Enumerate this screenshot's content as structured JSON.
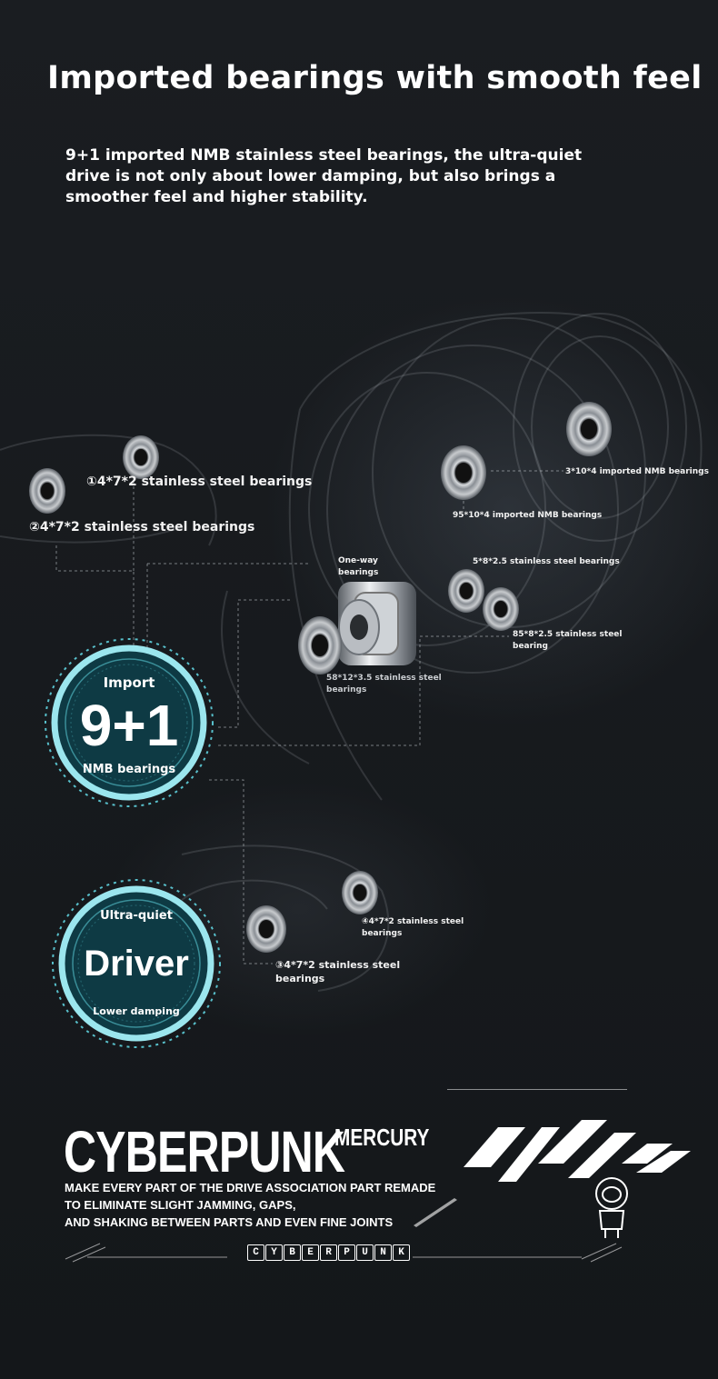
{
  "header": {
    "title": "Imported bearings with smooth feel",
    "description": "9+1 imported NMB stainless steel bearings, the ultra-quiet drive is not only about lower damping, but also brings a smoother feel and higher stability."
  },
  "labels": {
    "b1": "①4*7*2 stainless steel bearings",
    "b2": "②4*7*2 stainless steel bearings",
    "b3": "3*10*4 imported NMB bearings",
    "b4": "95*10*4 imported NMB bearings",
    "b5_line1": "One-way",
    "b5_line2": "bearings",
    "b6": "5*8*2.5 stainless steel bearings",
    "b7_line1": "85*8*2.5 stainless steel",
    "b7_line2": "bearing",
    "b8_line1": "58*12*3.5 stainless steel",
    "b8_line2": "bearings",
    "b9_line1": "④4*7*2 stainless steel",
    "b9_line2": "bearings",
    "b10_line1": "③4*7*2 stainless steel",
    "b10_line2": "bearings"
  },
  "badge_import": {
    "top": "Import",
    "big": "9+1",
    "bottom": "NMB bearings"
  },
  "badge_driver": {
    "top": "Ultra-quiet",
    "big": "Driver",
    "bottom": "Lower damping"
  },
  "cyberpunk": {
    "title": "CYBERPUNK",
    "subtitle": "MERCURY",
    "line1": "MAKE EVERY PART OF THE DRIVE ASSOCIATION PART REMADE",
    "line2": "TO ELIMINATE SLIGHT JAMMING, GAPS,",
    "line3": "AND SHAKING BETWEEN PARTS AND EVEN FINE JOINTS",
    "tag_letters": [
      "C",
      "Y",
      "B",
      "E",
      "R",
      "P",
      "U",
      "N",
      "K"
    ]
  },
  "colors": {
    "background": "#16191d",
    "badge_accent": "#5fd3df",
    "badge_fill": "#0e3a44",
    "text": "#ffffff"
  }
}
